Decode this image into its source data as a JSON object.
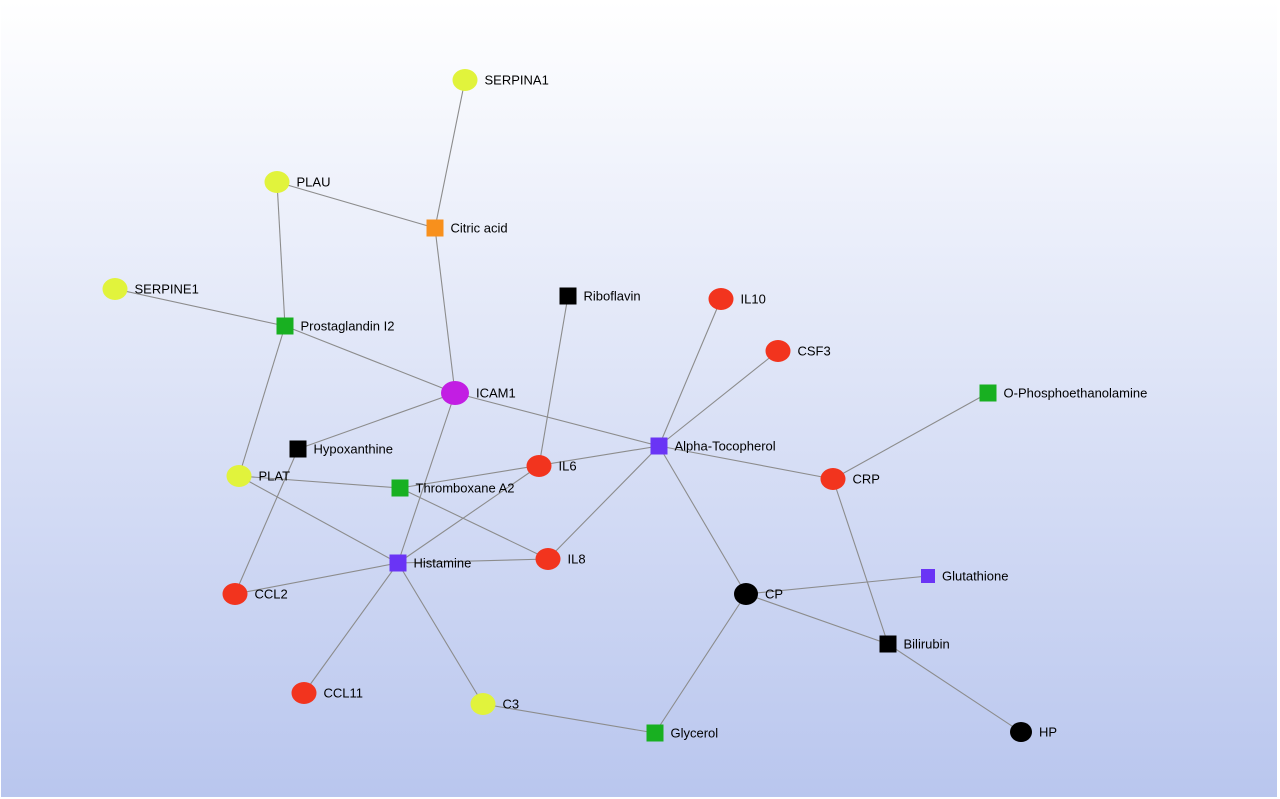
{
  "colors": {
    "bg_top": "#ffffff",
    "bg_bottom": "#b9c6ee",
    "edge": "#8c8c8c",
    "yellow": "#e1f33c",
    "green": "#18b021",
    "orange": "#f8901c",
    "black": "#000000",
    "red": "#f2341e",
    "purple": "#c21ee3",
    "blue": "#6a34f5"
  },
  "nodes": [
    {
      "id": "SERPINA1",
      "label": "SERPINA1",
      "shape": "ellipse",
      "color": "yellow"
    },
    {
      "id": "PLAU",
      "label": "PLAU",
      "shape": "ellipse",
      "color": "yellow"
    },
    {
      "id": "Citric acid",
      "label": "Citric acid",
      "shape": "square",
      "color": "orange"
    },
    {
      "id": "SERPINE1",
      "label": "SERPINE1",
      "shape": "ellipse",
      "color": "yellow"
    },
    {
      "id": "Prostaglandin I2",
      "label": "Prostaglandin I2",
      "shape": "square",
      "color": "green"
    },
    {
      "id": "Riboflavin",
      "label": "Riboflavin",
      "shape": "square",
      "color": "black"
    },
    {
      "id": "IL10",
      "label": "IL10",
      "shape": "ellipse",
      "color": "red"
    },
    {
      "id": "CSF3",
      "label": "CSF3",
      "shape": "ellipse",
      "color": "red"
    },
    {
      "id": "O-Phosphoethanolamine",
      "label": "O-Phosphoethanolamine",
      "shape": "square",
      "color": "green"
    },
    {
      "id": "ICAM1",
      "label": "ICAM1",
      "shape": "ellipse",
      "color": "purple"
    },
    {
      "id": "Hypoxanthine",
      "label": "Hypoxanthine",
      "shape": "square",
      "color": "black"
    },
    {
      "id": "Alpha-Tocopherol",
      "label": "Alpha-Tocopherol",
      "shape": "square",
      "color": "blue"
    },
    {
      "id": "PLAT",
      "label": "PLAT",
      "shape": "ellipse",
      "color": "yellow"
    },
    {
      "id": "IL6",
      "label": "IL6",
      "shape": "ellipse",
      "color": "red"
    },
    {
      "id": "Thromboxane A2",
      "label": "Thromboxane A2",
      "shape": "square",
      "color": "green"
    },
    {
      "id": "CRP",
      "label": "CRP",
      "shape": "ellipse",
      "color": "red"
    },
    {
      "id": "Histamine",
      "label": "Histamine",
      "shape": "square",
      "color": "blue"
    },
    {
      "id": "IL8",
      "label": "IL8",
      "shape": "ellipse",
      "color": "red"
    },
    {
      "id": "CCL2",
      "label": "CCL2",
      "shape": "ellipse",
      "color": "red"
    },
    {
      "id": "Glutathione",
      "label": "Glutathione",
      "shape": "square",
      "color": "blue"
    },
    {
      "id": "CP",
      "label": "CP",
      "shape": "ellipse",
      "color": "black"
    },
    {
      "id": "Bilirubin",
      "label": "Bilirubin",
      "shape": "square",
      "color": "black"
    },
    {
      "id": "CCL11",
      "label": "CCL11",
      "shape": "ellipse",
      "color": "red"
    },
    {
      "id": "C3",
      "label": "C3",
      "shape": "ellipse",
      "color": "yellow"
    },
    {
      "id": "Glycerol",
      "label": "Glycerol",
      "shape": "square",
      "color": "green"
    },
    {
      "id": "HP",
      "label": "HP",
      "shape": "ellipse",
      "color": "black"
    }
  ],
  "edges": [
    [
      "SERPINA1",
      "Citric acid"
    ],
    [
      "PLAU",
      "Citric acid"
    ],
    [
      "PLAU",
      "Prostaglandin I2"
    ],
    [
      "Citric acid",
      "ICAM1"
    ],
    [
      "SERPINE1",
      "Prostaglandin I2"
    ],
    [
      "Prostaglandin I2",
      "ICAM1"
    ],
    [
      "Prostaglandin I2",
      "PLAT"
    ],
    [
      "Riboflavin",
      "IL6"
    ],
    [
      "IL10",
      "Alpha-Tocopherol"
    ],
    [
      "CSF3",
      "Alpha-Tocopherol"
    ],
    [
      "O-Phosphoethanolamine",
      "CRP"
    ],
    [
      "ICAM1",
      "Hypoxanthine"
    ],
    [
      "ICAM1",
      "Alpha-Tocopherol"
    ],
    [
      "ICAM1",
      "Histamine"
    ],
    [
      "Hypoxanthine",
      "CCL2"
    ],
    [
      "Alpha-Tocopherol",
      "CRP"
    ],
    [
      "Alpha-Tocopherol",
      "CP"
    ],
    [
      "Alpha-Tocopherol",
      "IL8"
    ],
    [
      "Alpha-Tocopherol",
      "Thromboxane A2"
    ],
    [
      "PLAT",
      "Thromboxane A2"
    ],
    [
      "PLAT",
      "Histamine"
    ],
    [
      "Thromboxane A2",
      "IL8"
    ],
    [
      "IL6",
      "Histamine"
    ],
    [
      "Histamine",
      "IL8"
    ],
    [
      "Histamine",
      "CCL2"
    ],
    [
      "Histamine",
      "CCL11"
    ],
    [
      "Histamine",
      "C3"
    ],
    [
      "CRP",
      "Bilirubin"
    ],
    [
      "CP",
      "Glutathione"
    ],
    [
      "CP",
      "Bilirubin"
    ],
    [
      "CP",
      "Glycerol"
    ],
    [
      "C3",
      "Glycerol"
    ],
    [
      "Bilirubin",
      "HP"
    ]
  ]
}
